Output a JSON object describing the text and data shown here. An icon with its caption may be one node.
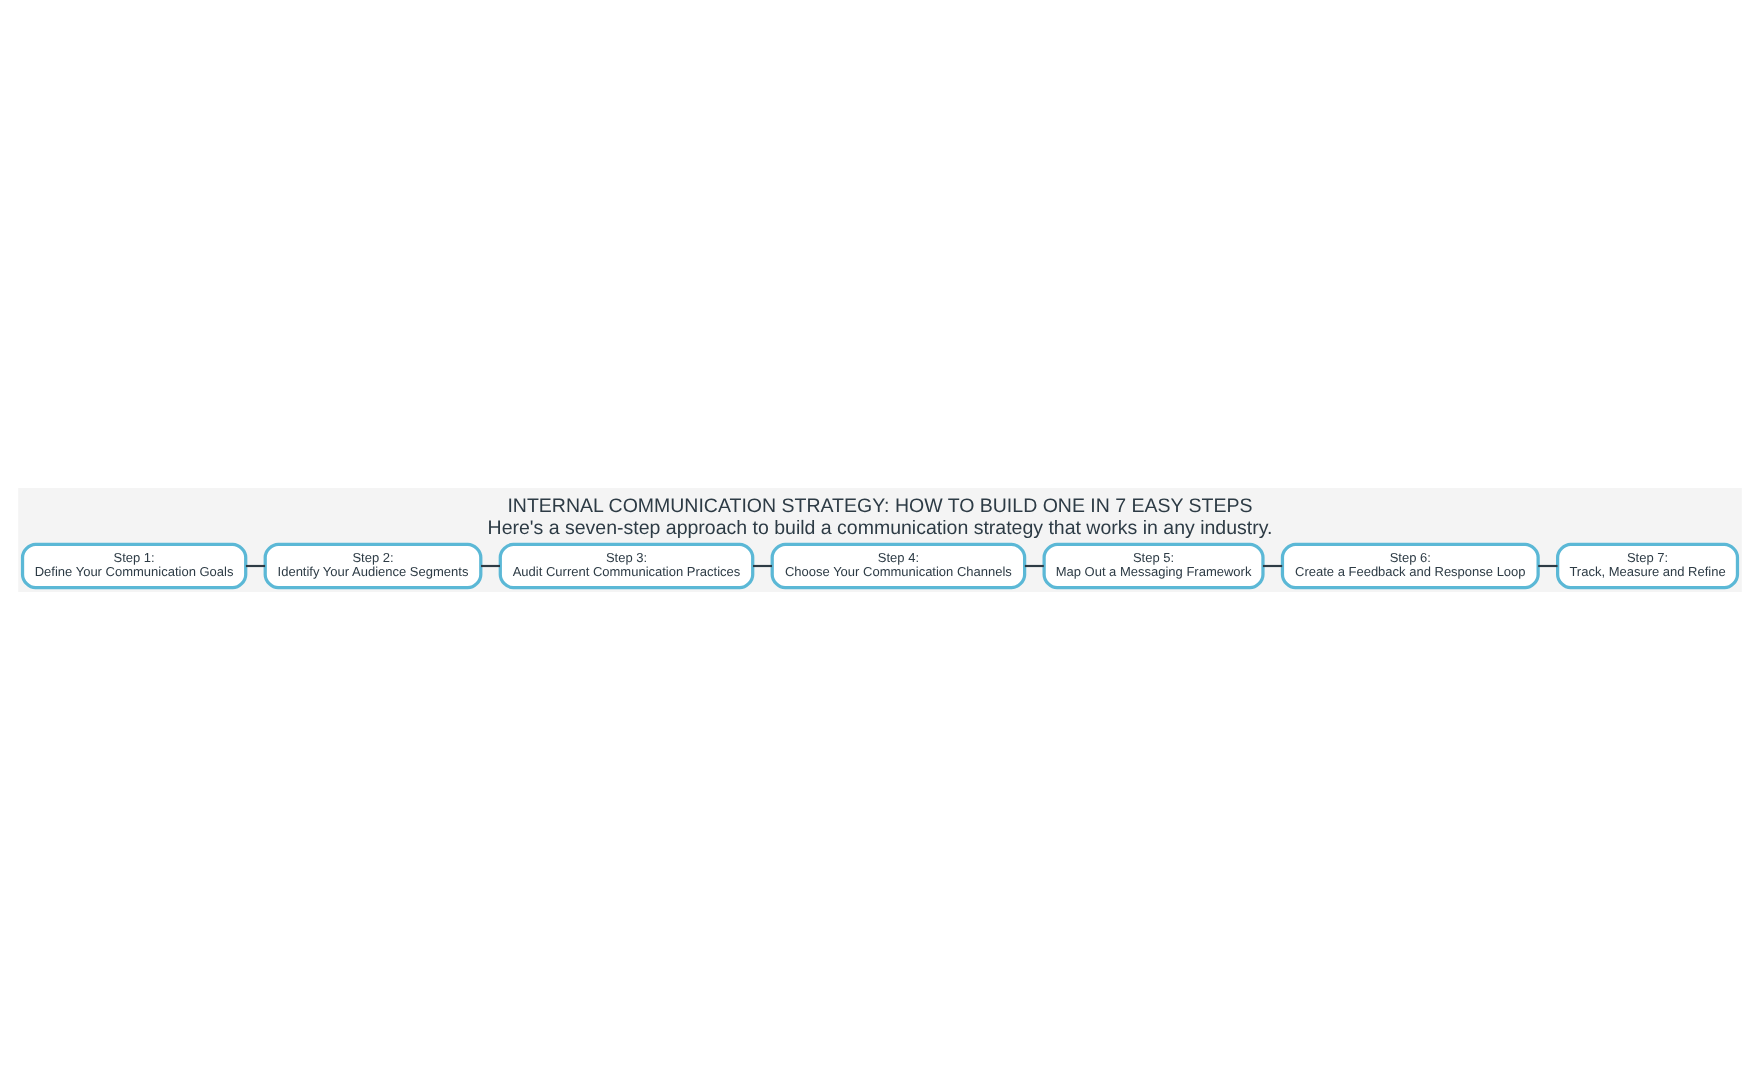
{
  "diagram": {
    "title": "INTERNAL COMMUNICATION STRATEGY: HOW TO BUILD ONE IN 7 EASY STEPS",
    "caption": "Here's a seven-step approach to build a communication strategy that works in any industry.",
    "nodes": [
      {
        "text": [
          "Step 1:",
          "Define Your Communication Goals"
        ]
      },
      {
        "text": [
          "Step 2:",
          "Identify Your Audience Segments"
        ]
      },
      {
        "text": [
          "Step 3:",
          "Audit Current Communication Practices"
        ]
      },
      {
        "text": [
          "Step 4:",
          "Choose Your Communication Channels"
        ]
      },
      {
        "text": [
          "Step 5:",
          "Map Out a Messaging Framework"
        ]
      },
      {
        "text": [
          "Step 6:",
          "Create a Feedback and Response Loop"
        ]
      },
      {
        "text": [
          "Step 7:",
          "Track, Measure and Refine"
        ]
      }
    ],
    "edges": [
      {
        "from": 0,
        "to": 1,
        "arrow": "none"
      },
      {
        "from": 1,
        "to": 2,
        "arrow": "none"
      },
      {
        "from": 2,
        "to": 3,
        "arrow": "none"
      },
      {
        "from": 3,
        "to": 4,
        "arrow": "none"
      },
      {
        "from": 4,
        "to": 5,
        "arrow": "none"
      },
      {
        "from": 5,
        "to": 6,
        "arrow": "none"
      }
    ]
  }
}
